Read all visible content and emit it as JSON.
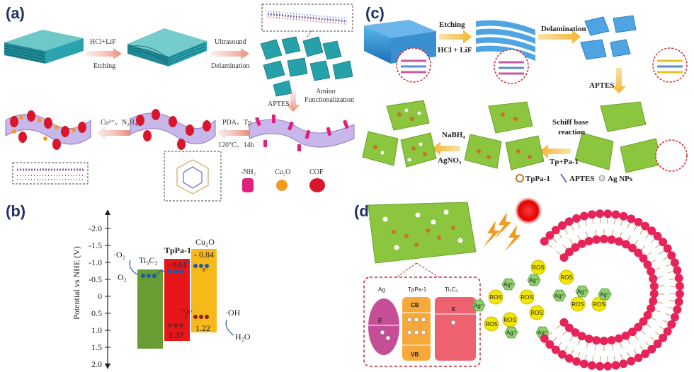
{
  "panels": {
    "a": {
      "label": "(a)",
      "step_etch_reagent": "HCl+LiF",
      "step_etch": "Etching",
      "step_ultra": "Ultrasound",
      "step_delam": "Delamination",
      "step_aptes": "APTES",
      "step_amino1": "Amino",
      "step_amino2": "Functionalization",
      "step_pda": "PDA、Tp",
      "step_temp": "120°C、14h",
      "step_cu": "Cu²⁺、N₂H₄",
      "legend_nh2": "-NH₂",
      "legend_cu2o": "Cu₂O",
      "legend_cof": "COF"
    },
    "b": {
      "label": "(b)",
      "ylabel": "Potential vs NHE (V)",
      "ticks": [
        "-2.0",
        "-1.5",
        "-1.0",
        "-0.5",
        "0",
        "0.5",
        "1.0",
        "1.5",
        "2.0"
      ],
      "o2_radical": "·O₂",
      "o2": "O₂",
      "ti3c2": "Ti₃C₂",
      "tppa": "TpPa-1",
      "cu2o": "Cu₂O",
      "tppa_cb": "- 0.61",
      "cu2o_cb": "- 0.84",
      "tppa_vb": "1.37",
      "cu2o_vb": "1.22",
      "electron": "e⁻",
      "hole": "h⁺",
      "oh": "·OH",
      "h2o": "H₂O",
      "colors": {
        "ti3c2": "#6a9c34",
        "tppa": "#e8151a",
        "cu2o": "#f7b81a",
        "electron": "#1d5aa8",
        "hole": "#8a1f1f"
      }
    },
    "c": {
      "label": "(c)",
      "step_etch": "Etching",
      "step_reagent": "HCl + LiF",
      "step_delam": "Delamination",
      "step_aptes": "APTES",
      "step_schiff1": "Schiff base",
      "step_schiff2": "reaction",
      "step_tppa": "Tp+Pa-1",
      "step_nabh4": "NaBH₄",
      "step_agno3": "AgNO₃",
      "legend_tppa": "TpPa-1",
      "legend_aptes": "APTES",
      "legend_ag": "Ag NPs"
    },
    "d": {
      "label": "(d)",
      "ag": "Ag",
      "tppa": "TpPa-1",
      "ti3c2": "Ti₃C₂",
      "cb": "CB",
      "vb": "VB",
      "ef": "E",
      "ef_sub": "F",
      "ros": "ROS",
      "agplus": "Ag⁺",
      "colors": {
        "sheet": "#8cc63f",
        "membrane": "#e6245a",
        "ros": "#f2e600",
        "agion": "#8fd16e"
      }
    }
  }
}
